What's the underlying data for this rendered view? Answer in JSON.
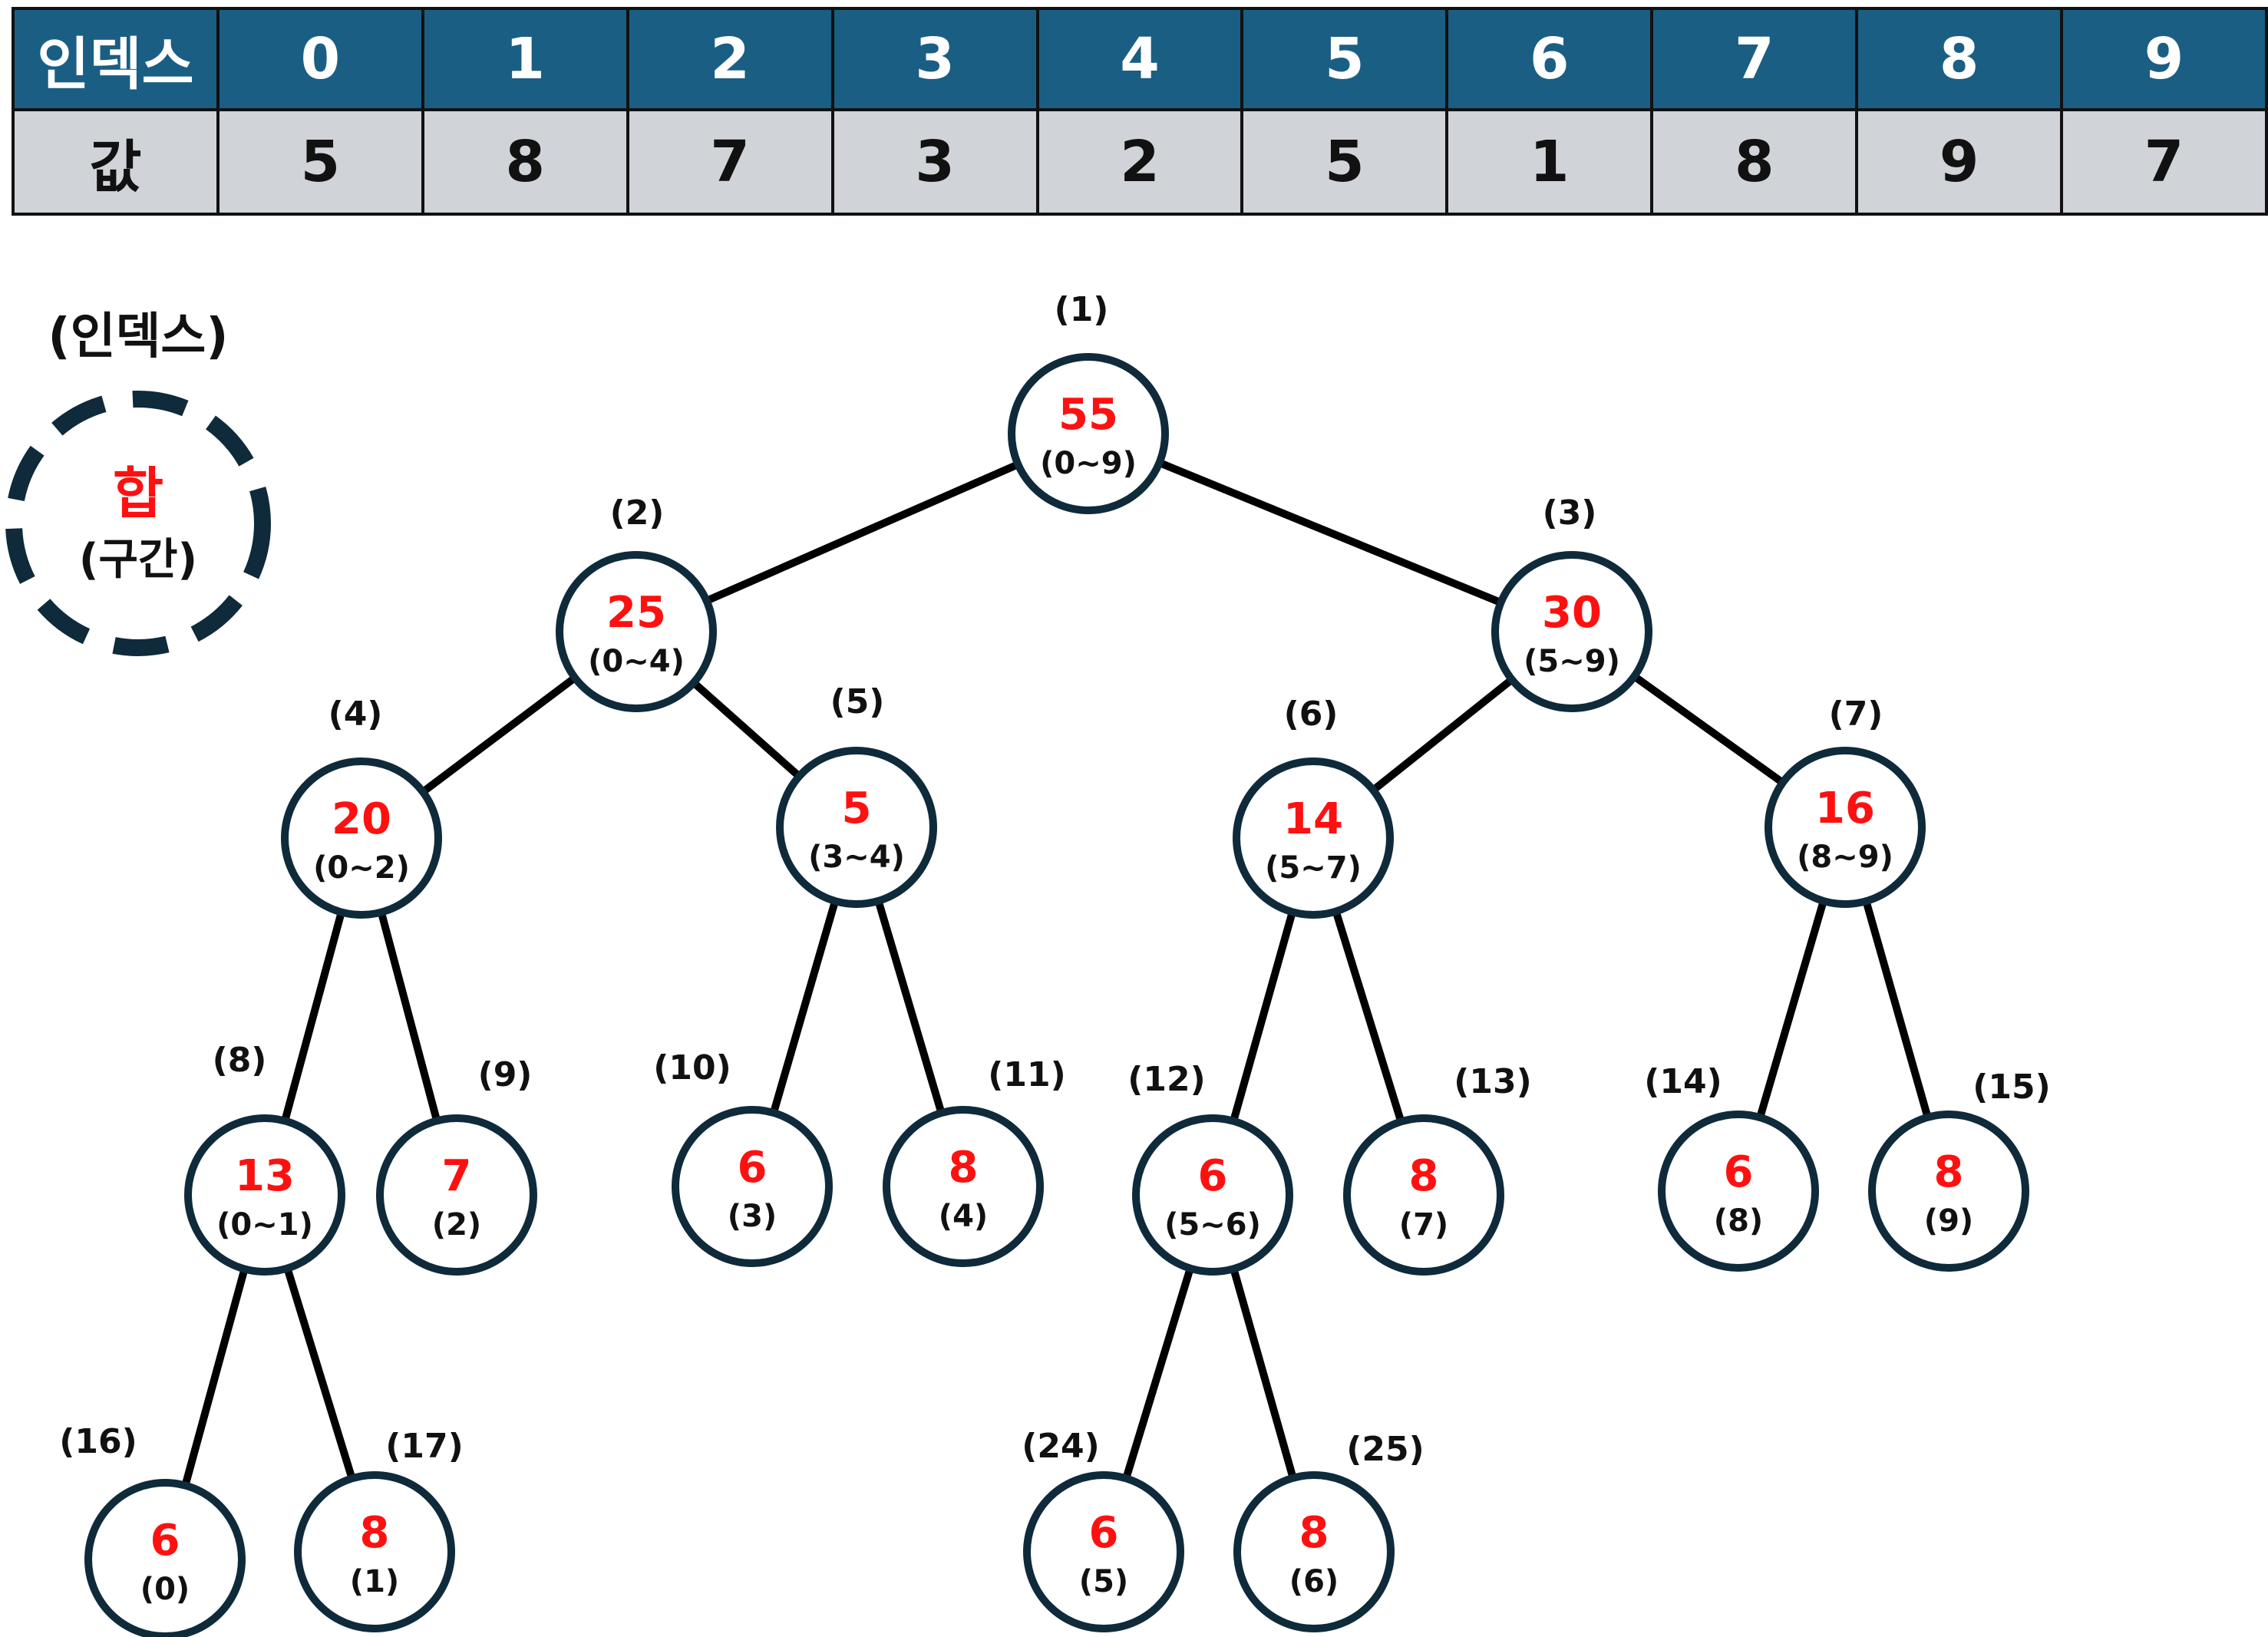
{
  "table": {
    "index_header": "인덱스",
    "value_header": "값",
    "indices": [
      "0",
      "1",
      "2",
      "3",
      "4",
      "5",
      "6",
      "7",
      "8",
      "9"
    ],
    "values": [
      "5",
      "8",
      "7",
      "3",
      "2",
      "5",
      "1",
      "8",
      "9",
      "7"
    ]
  },
  "legend": {
    "title": "(인덱스)",
    "sum_label": "합",
    "range_label": "(구간)"
  },
  "colors": {
    "header_bg": "#1b5e83",
    "value_bg": "#d0d3d8",
    "sum_text": "#ff1010",
    "node_stroke": "#0f2a3a"
  },
  "tree": {
    "nodes": [
      {
        "index": "(1)",
        "sum": "55",
        "range": "(0~9)"
      },
      {
        "index": "(2)",
        "sum": "25",
        "range": "(0~4)"
      },
      {
        "index": "(3)",
        "sum": "30",
        "range": "(5~9)"
      },
      {
        "index": "(4)",
        "sum": "20",
        "range": "(0~2)"
      },
      {
        "index": "(5)",
        "sum": "5",
        "range": "(3~4)"
      },
      {
        "index": "(6)",
        "sum": "14",
        "range": "(5~7)"
      },
      {
        "index": "(7)",
        "sum": "16",
        "range": "(8~9)"
      },
      {
        "index": "(8)",
        "sum": "13",
        "range": "(0~1)"
      },
      {
        "index": "(9)",
        "sum": "7",
        "range": "(2)"
      },
      {
        "index": "(10)",
        "sum": "6",
        "range": "(3)"
      },
      {
        "index": "(11)",
        "sum": "8",
        "range": "(4)"
      },
      {
        "index": "(12)",
        "sum": "6",
        "range": "(5~6)"
      },
      {
        "index": "(13)",
        "sum": "8",
        "range": "(7)"
      },
      {
        "index": "(14)",
        "sum": "6",
        "range": "(8)"
      },
      {
        "index": "(15)",
        "sum": "8",
        "range": "(9)"
      },
      {
        "index": "(16)",
        "sum": "6",
        "range": "(0)"
      },
      {
        "index": "(17)",
        "sum": "8",
        "range": "(1)"
      },
      {
        "index": "(24)",
        "sum": "6",
        "range": "(5)"
      },
      {
        "index": "(25)",
        "sum": "8",
        "range": "(6)"
      }
    ]
  }
}
